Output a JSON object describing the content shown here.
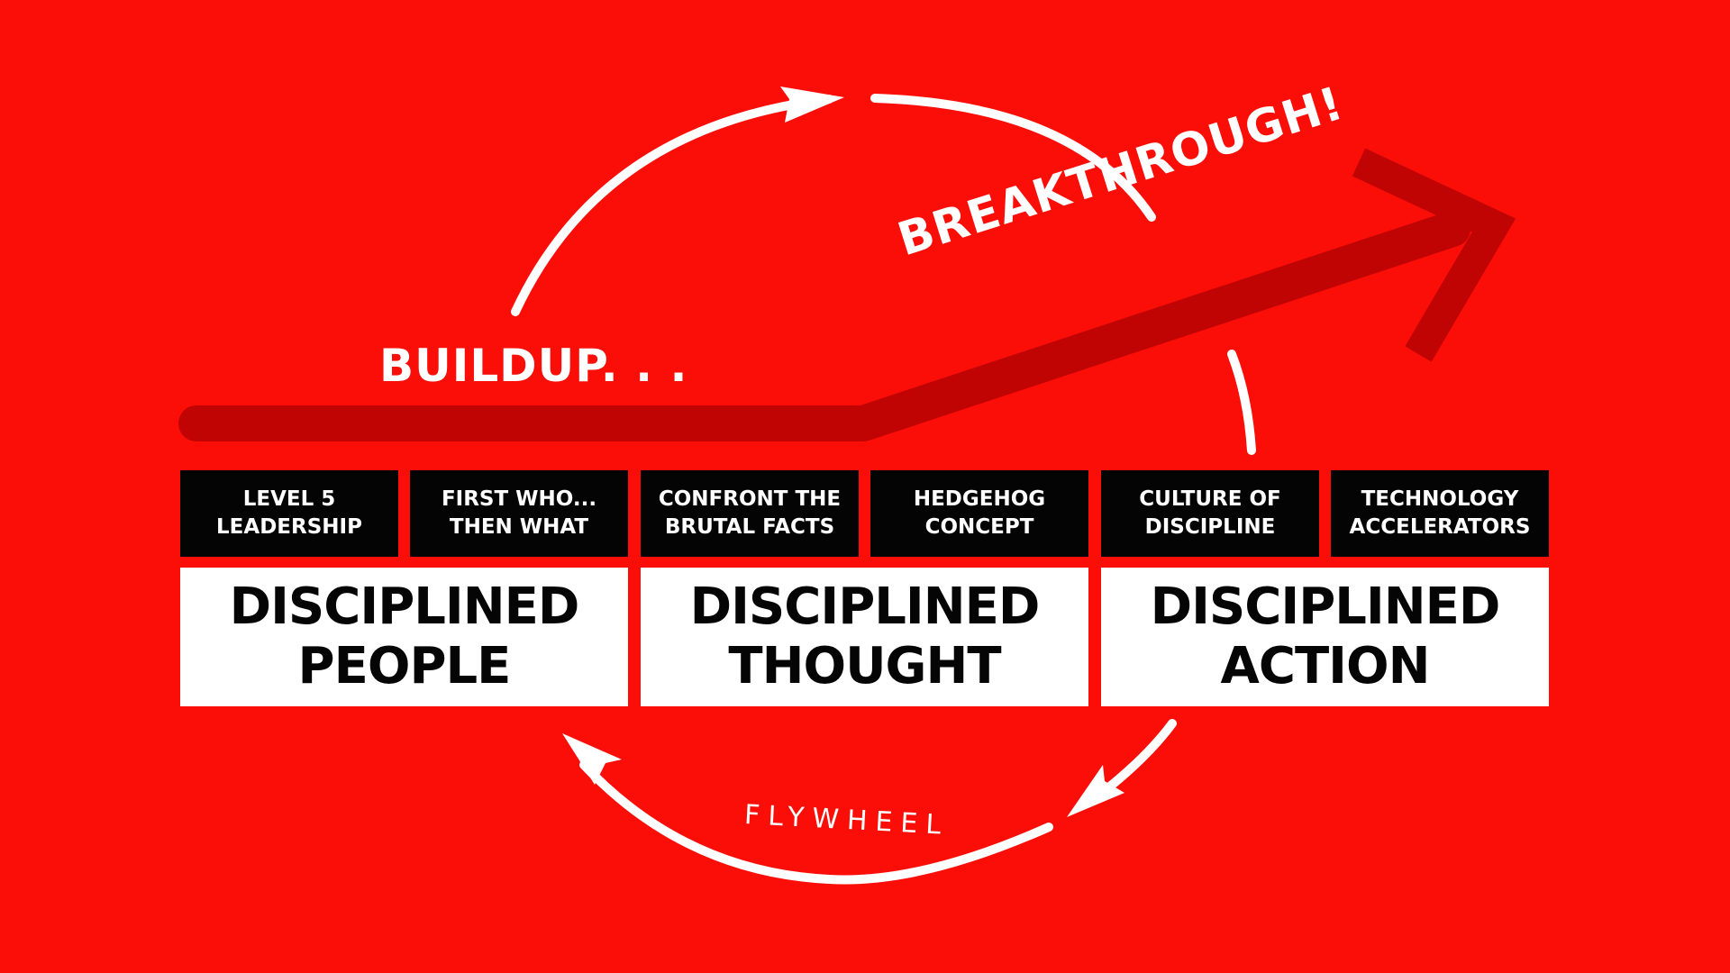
{
  "colors": {
    "background": "#fb0e08",
    "momentum_arrow": "#c00403",
    "flywheel_arrows": "#ffffff",
    "concept_box": "#040404",
    "stage_box": "#ffffff"
  },
  "phases": {
    "buildup": "BUILDUP. . .",
    "breakthrough": "BREAKTHROUGH!"
  },
  "flywheel": {
    "label": "FLYWHEEL"
  },
  "concepts": [
    {
      "text": "LEVEL 5\nLEADERSHIP"
    },
    {
      "text": "FIRST WHO...\nTHEN WHAT"
    },
    {
      "text": "CONFRONT THE\nBRUTAL FACTS"
    },
    {
      "text": "HEDGEHOG\nCONCEPT"
    },
    {
      "text": "CULTURE OF\nDISCIPLINE"
    },
    {
      "text": "TECHNOLOGY\nACCELERATORS"
    }
  ],
  "stages": [
    {
      "text": "DISCIPLINED\nPEOPLE"
    },
    {
      "text": "DISCIPLINED\nTHOUGHT"
    },
    {
      "text": "DISCIPLINED\nACTION"
    }
  ],
  "icons": {
    "momentum_arrow": "arrow-right-up-icon",
    "flywheel_arrow_top": "arrow-right-icon",
    "flywheel_arrow_bottom_right": "arrow-down-left-icon",
    "flywheel_arrow_bottom_left": "arrow-up-left-icon"
  }
}
